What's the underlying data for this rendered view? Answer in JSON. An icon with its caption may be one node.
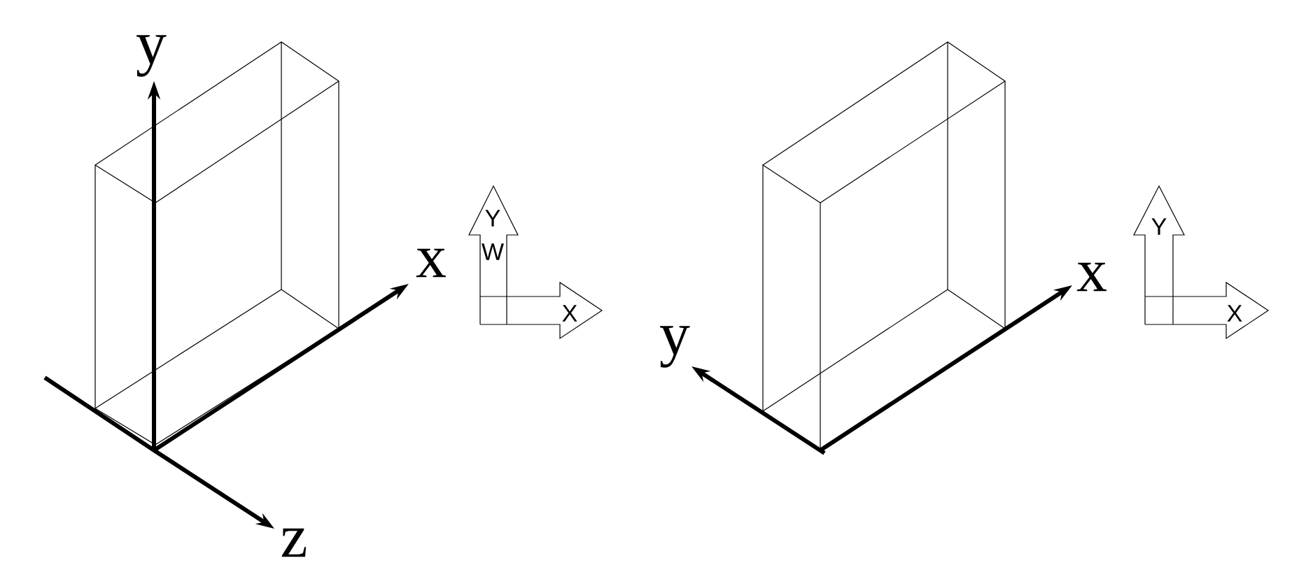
{
  "diagram": {
    "labels": [
      "y",
      "x",
      "z",
      "Y",
      "W",
      "X",
      "x",
      "y",
      "Y",
      "X"
    ]
  }
}
